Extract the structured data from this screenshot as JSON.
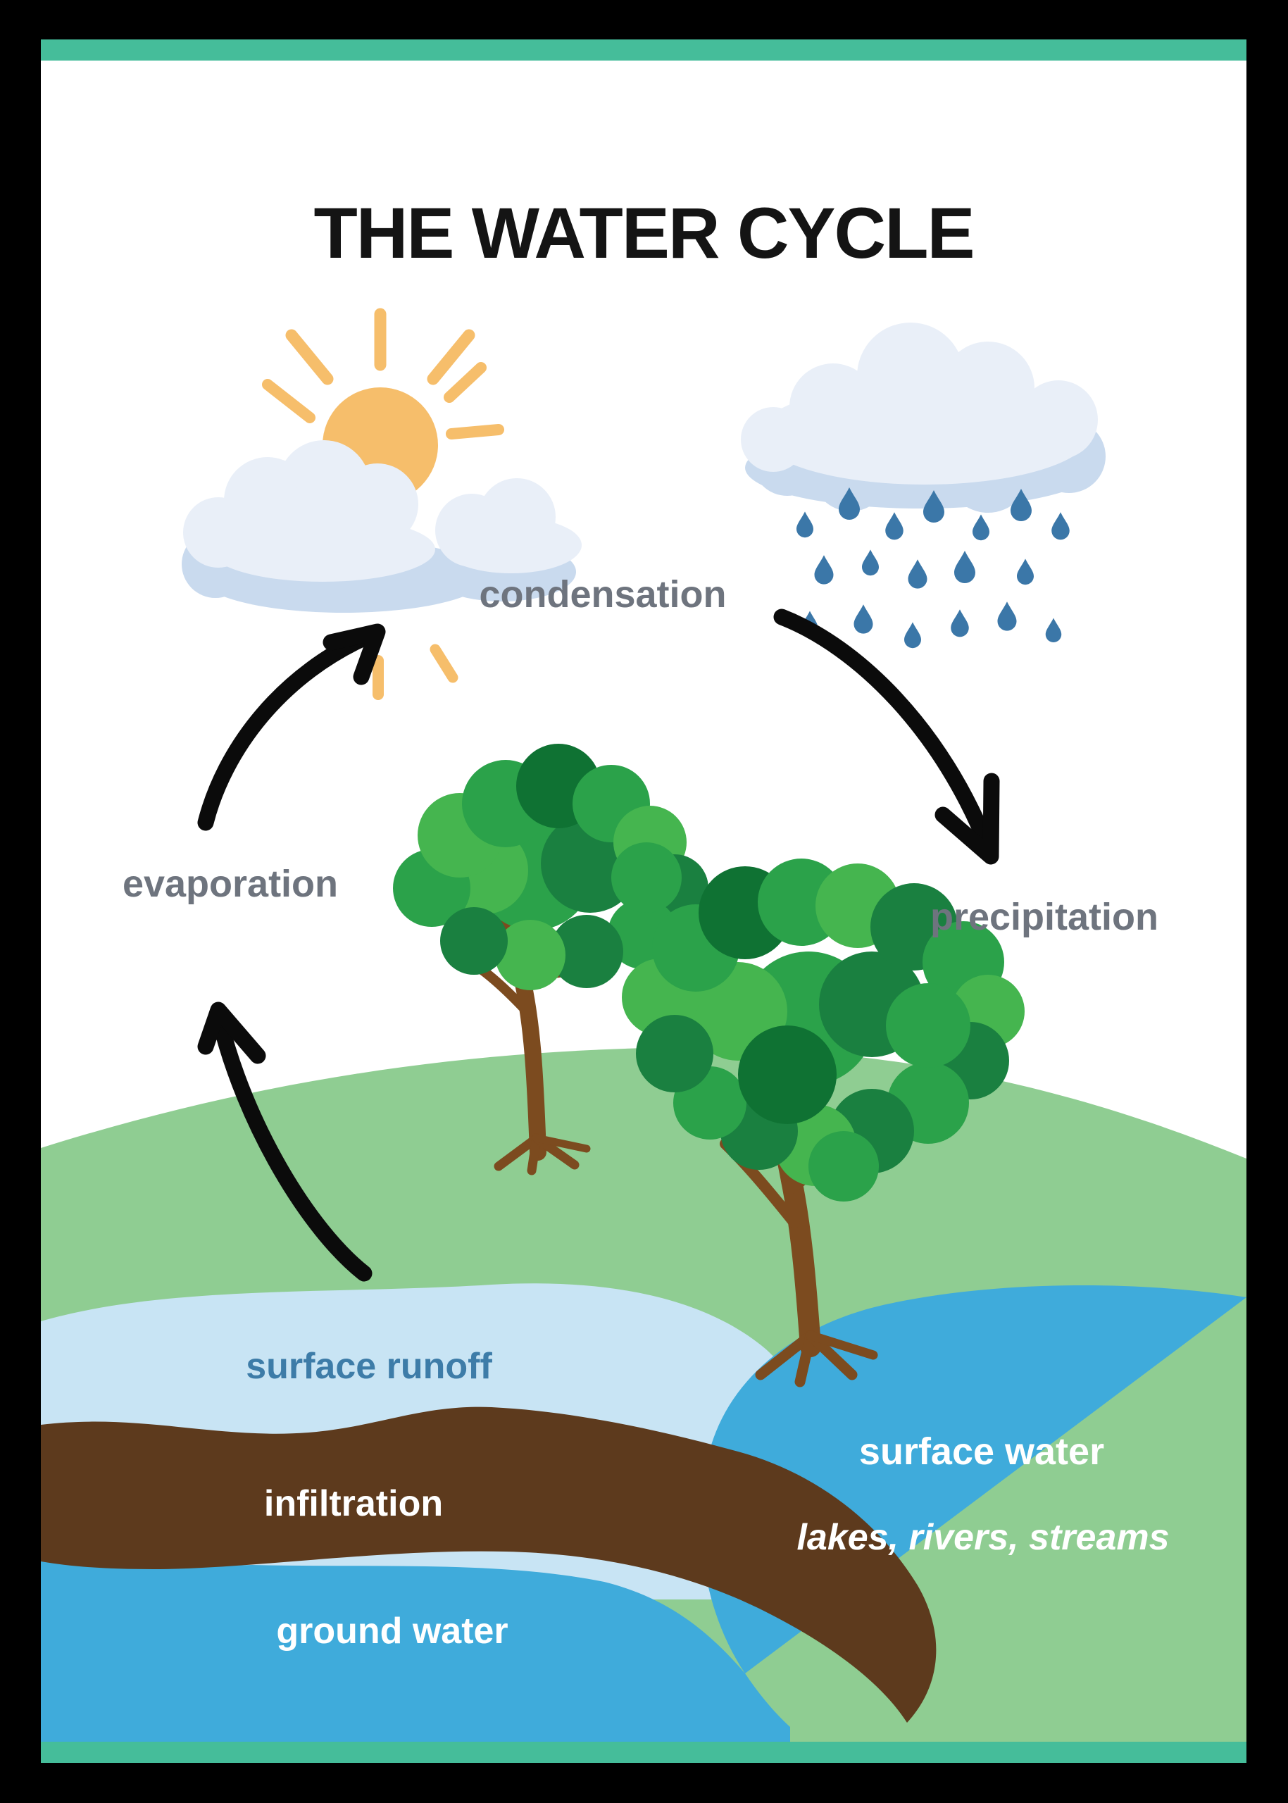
{
  "poster": {
    "title": "THE WATER CYCLE",
    "labels": {
      "condensation": "condensation",
      "precipitation": "precipitation",
      "evaporation": "evaporation",
      "surface_runoff": "surface runoff",
      "infiltration": "infiltration",
      "ground_water": "ground water",
      "surface_water": "surface water",
      "surface_water_sub": "lakes, rivers, streams"
    },
    "icons": [
      "sun-behind-cloud-icon",
      "rain-cloud-icon",
      "raindrops-icon",
      "tree-icon-left",
      "tree-icon-right",
      "curved-arrow-evaporation-to-condensation",
      "curved-arrow-condensation-to-precipitation",
      "curved-arrow-runoff-to-evaporation"
    ],
    "colors": {
      "frame_black": "#000000",
      "accent_teal": "#45BD9A",
      "paper_white": "#FFFFFF",
      "title_black": "#141414",
      "label_gray": "#6E747E",
      "runoff_label_blue": "#3D7CA8",
      "white_text": "#FFFFFF",
      "sun_orange": "#F6BE6B",
      "cloud_light": "#E9EFF8",
      "cloud_shadow": "#C9DAEE",
      "raindrop_blue": "#3B77A8",
      "arrow_black": "#0B0B0B",
      "hill_green": "#8FCD92",
      "tree_green_light": "#45B54F",
      "tree_green_mid": "#2BA24A",
      "tree_green_dark": "#1A8040",
      "tree_green_deep": "#0F7233",
      "trunk_brown": "#7C4B1F",
      "surface_runoff_light_blue": "#C8E4F4",
      "water_blue": "#3FABDB",
      "soil_brown": "#5D3A1D"
    }
  }
}
